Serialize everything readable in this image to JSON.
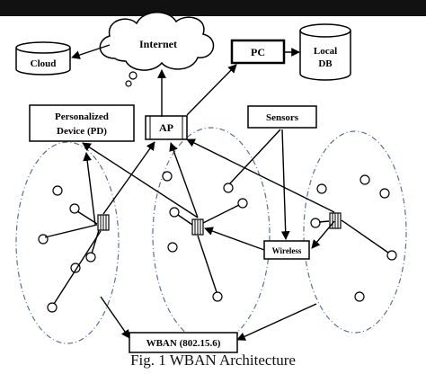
{
  "colors": {
    "top_bar": "#111111",
    "line": "#000000",
    "dash": "#5a6fa0",
    "background": "#ffffff"
  },
  "nodes": {
    "cloud": "Cloud",
    "internet": "Internet",
    "pc": "PC",
    "local_db_line1": "Local",
    "local_db_line2": "DB",
    "pd_line1": "Personalized",
    "pd_line2": "Device (PD)",
    "ap": "AP",
    "sensors": "Sensors",
    "wireless": "Wireless",
    "wban": "WBAN (802.15.6)"
  },
  "caption": "Fig. 1 WBAN Architecture"
}
